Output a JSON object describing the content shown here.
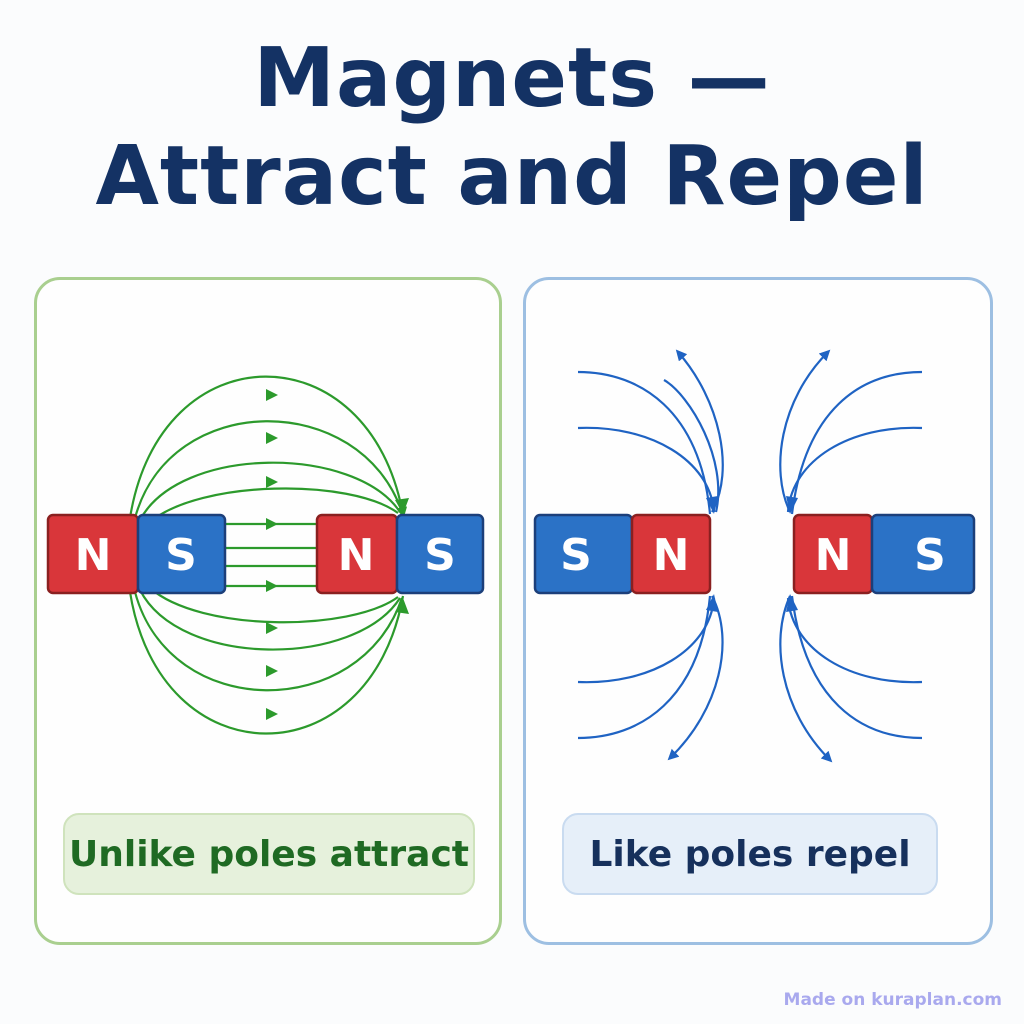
{
  "title": {
    "line1": "Magnets —",
    "line2": "Attract and Repel"
  },
  "left_panel": {
    "caption": "Unlike poles attract",
    "magnets": [
      {
        "poles": [
          "N",
          "S"
        ]
      },
      {
        "poles": [
          "N",
          "S"
        ]
      }
    ],
    "field_line_color": "#2c9a2c"
  },
  "right_panel": {
    "caption": "Like poles repel",
    "magnets": [
      {
        "poles": [
          "S",
          "N"
        ]
      },
      {
        "poles": [
          "N",
          "S"
        ]
      }
    ],
    "field_line_color": "#1f63c3"
  },
  "colors": {
    "north": "#d9363a",
    "south": "#2b72c6",
    "title": "#143264"
  },
  "watermark": "Made on kuraplan.com"
}
